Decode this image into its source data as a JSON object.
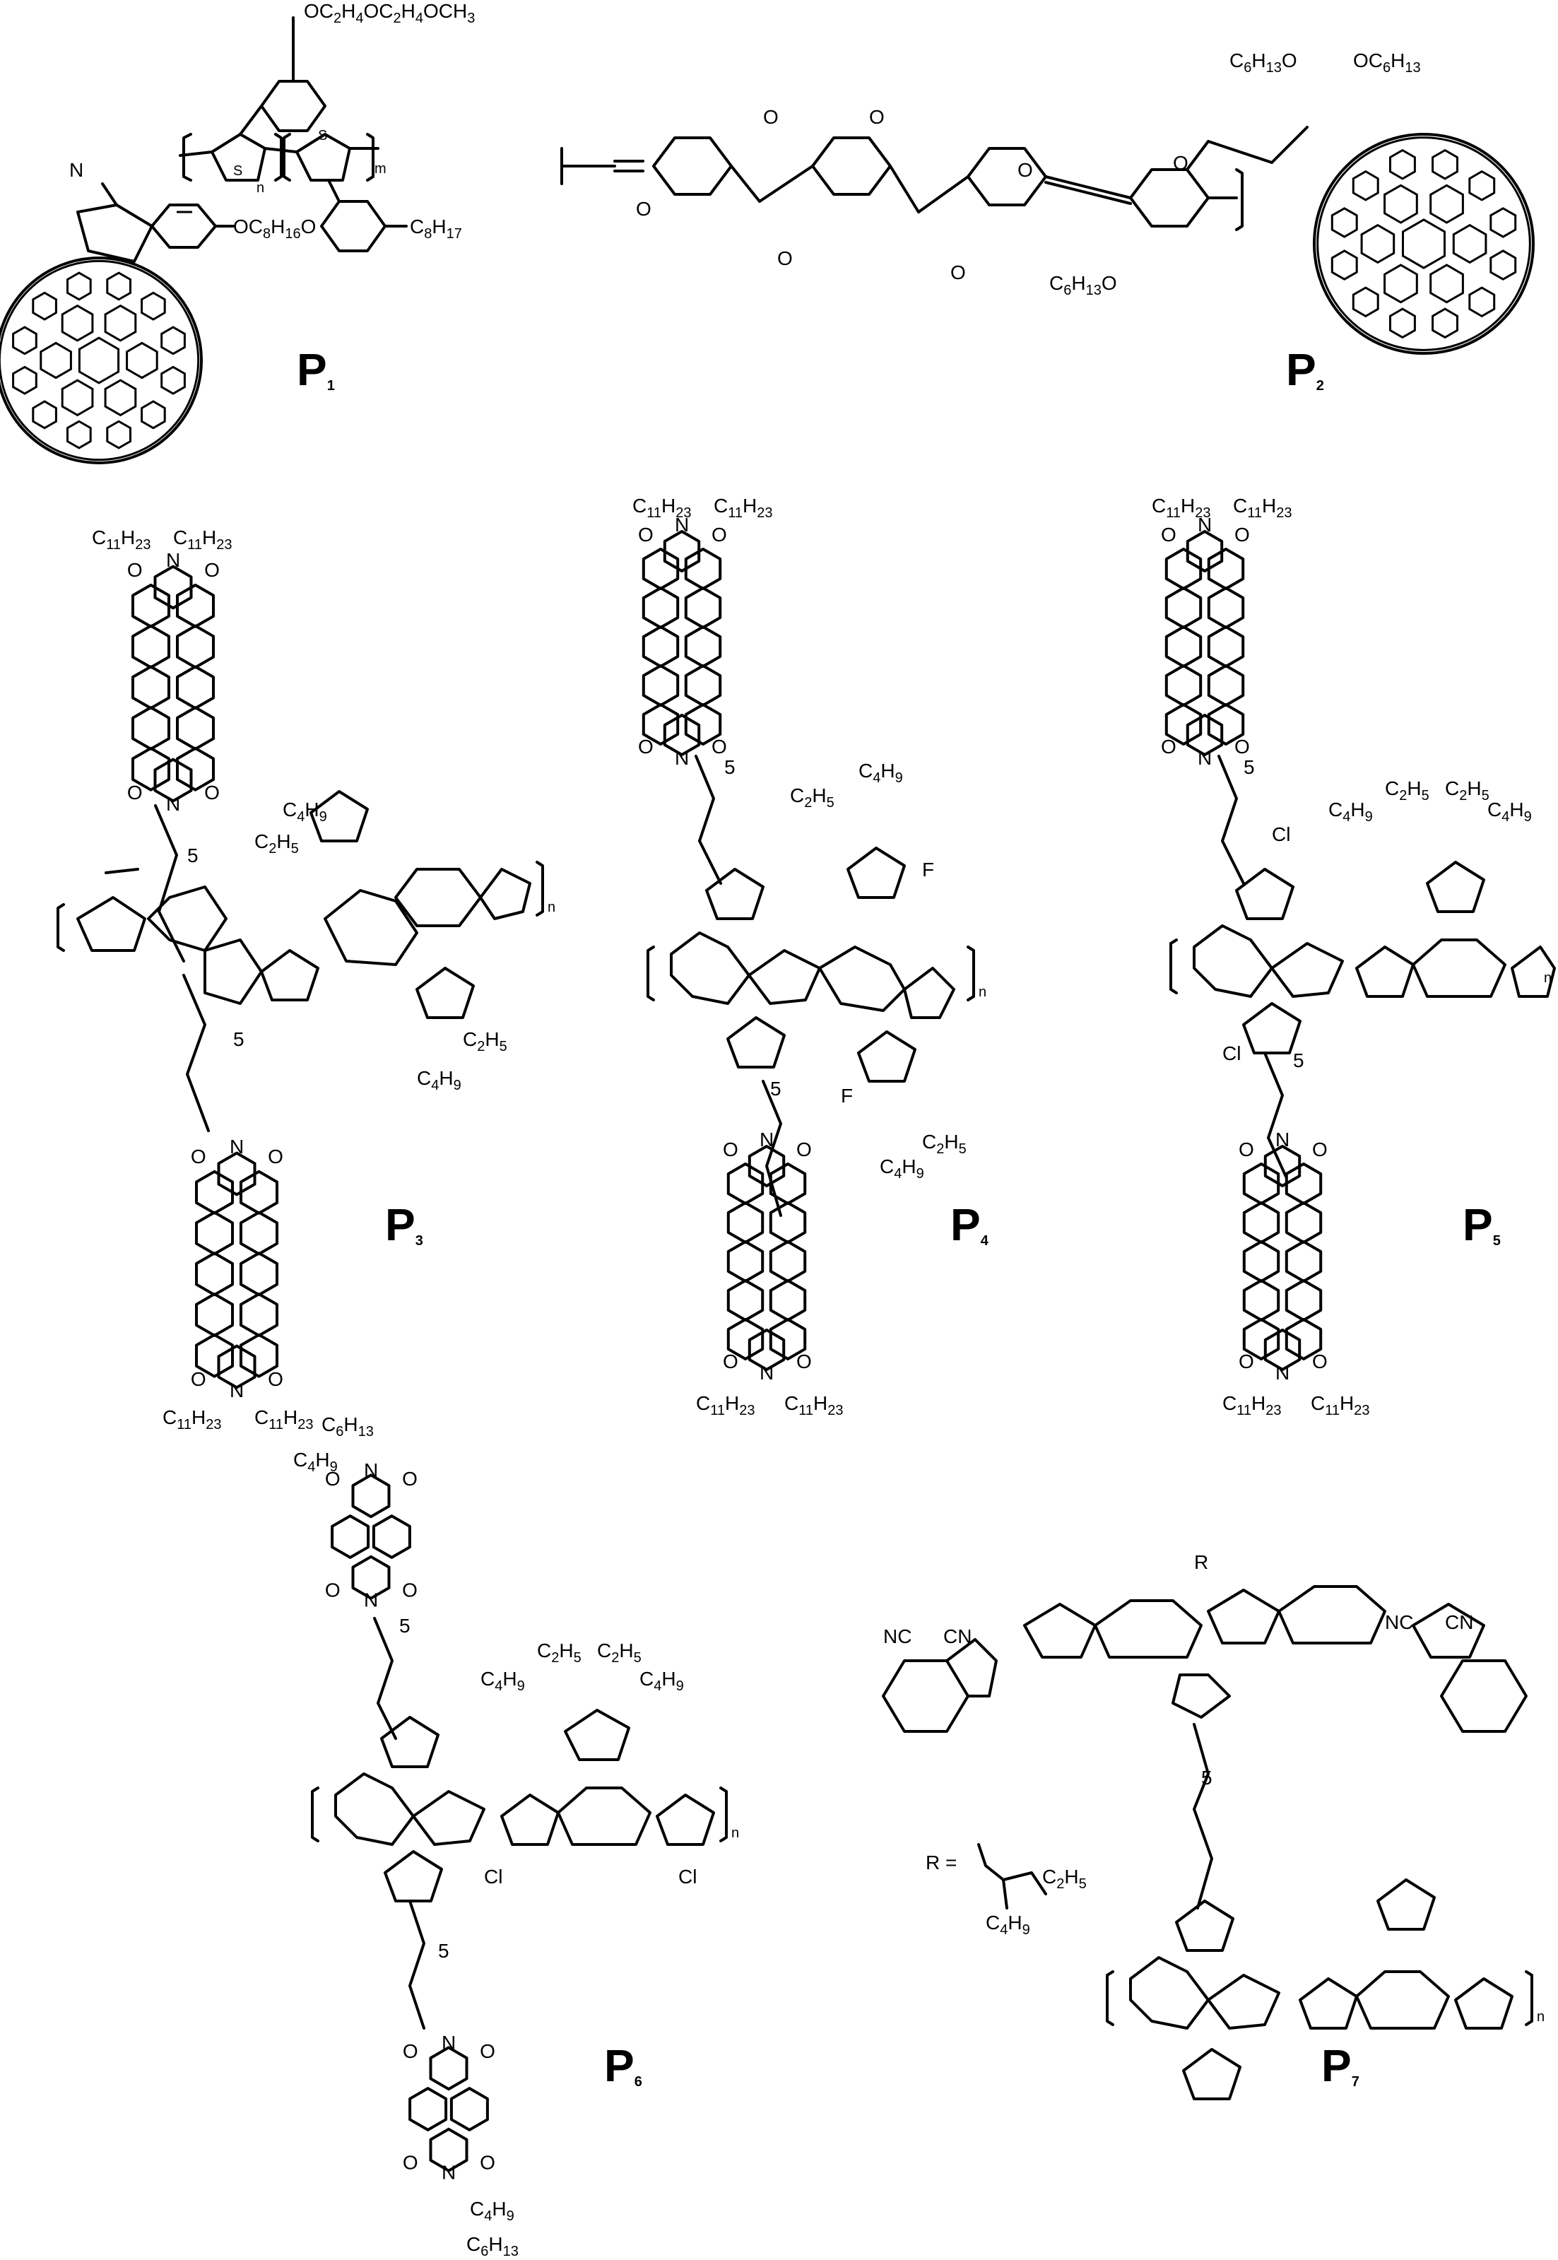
{
  "compounds": [
    {
      "id": "P1",
      "caption": "P1",
      "labels": {
        "top_chain": "OC2H4OC2H4OCH3",
        "linker": "OC8H16O",
        "alkyl": "C8H17",
        "n": "n",
        "m": "m",
        "s1": "S",
        "s2": "S",
        "nitrogen": "N"
      }
    },
    {
      "id": "P2",
      "caption": "P2",
      "labels": {
        "hexyloxy_a": "C6H13O",
        "hexyloxy_b": "OC6H13",
        "hexyloxy_c": "C6H13O",
        "methoxy": "O",
        "o1": "O",
        "o2": "O",
        "o3": "O",
        "o4": "O",
        "o5": "O",
        "o6": "O"
      }
    },
    {
      "id": "P3",
      "caption": "P3",
      "labels": {
        "top_alkyl": "C11H23",
        "top_alkyl_2": "C11H23",
        "bottom_alkyl": "C11H23",
        "bottom_alkyl_2": "C11H23",
        "c4h9": "C4H9",
        "c2h5": "C2H5",
        "c2h5_b": "C2H5",
        "c4h9_b": "C4H9",
        "spacer": "5",
        "spacer_b": "5",
        "n": "n"
      }
    },
    {
      "id": "P4",
      "caption": "P4",
      "labels": {
        "top_alkyl": "C11H23",
        "top_alkyl_2": "C11H23",
        "bottom_alkyl": "C11H23",
        "bottom_alkyl_2": "C11H23",
        "c2h5": "C2H5",
        "c4h9": "C4H9",
        "c2h5_b": "C2H5",
        "c4h9_b": "C4H9",
        "fluorine": "F",
        "fluorine_b": "F",
        "spacer": "5",
        "spacer_b": "5",
        "n": "n"
      }
    },
    {
      "id": "P5",
      "caption": "P5",
      "labels": {
        "top_alkyl": "C11H23",
        "top_alkyl_2": "C11H23",
        "bottom_alkyl": "C11H23",
        "bottom_alkyl_2": "C11H23",
        "c4h9": "C4H9",
        "c2h5": "C2H5",
        "c2h5_b": "C2H5",
        "c4h9_b": "C4H9",
        "chlorine": "Cl",
        "chlorine_b": "Cl",
        "spacer": "5",
        "spacer_b": "5",
        "n": "n"
      }
    },
    {
      "id": "P6",
      "caption": "P6",
      "labels": {
        "top_c6": "C6H13",
        "top_c4": "C4H9",
        "bottom_c4": "C4H9",
        "bottom_c6": "C6H13",
        "c4h9": "C4H9",
        "c2h5": "C2H5",
        "c2h5_b": "C2H5",
        "c4h9_b": "C4H9",
        "chlorine": "Cl",
        "chlorine_b": "Cl",
        "spacer": "5",
        "spacer_b": "5",
        "n": "n"
      }
    },
    {
      "id": "P7",
      "caption": "P7",
      "labels": {
        "nc1": "NC",
        "cn1": "CN",
        "nc2": "NC",
        "cn2": "CN",
        "r": "R",
        "r_def": "R =",
        "r_c2h5": "C2H5",
        "r_c4h9": "C4H9",
        "spacer": "5",
        "n": "n"
      }
    }
  ]
}
